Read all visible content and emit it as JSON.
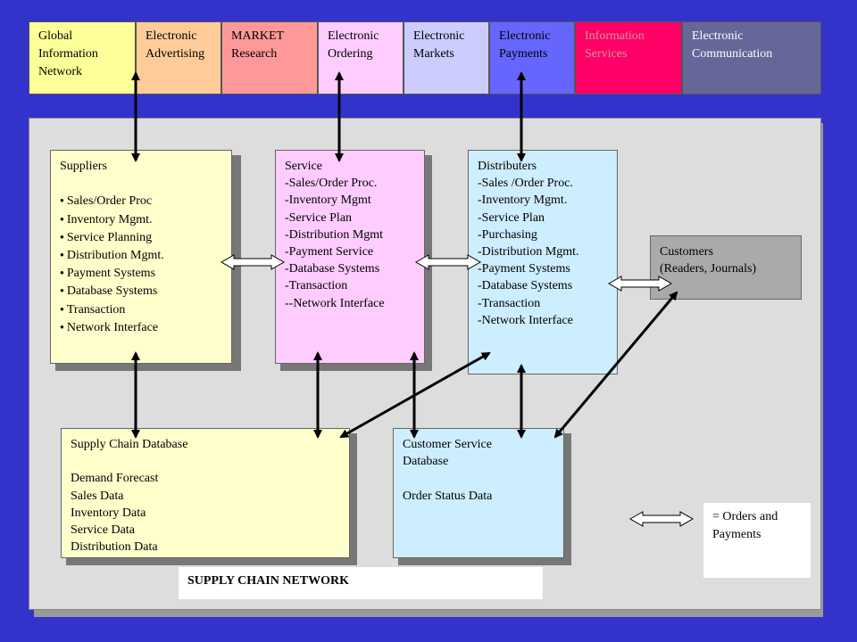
{
  "categories": [
    {
      "label": "Global Information Network",
      "lines": [
        "Global",
        "Information",
        "Network"
      ],
      "color": "#ffff99",
      "text_color": "#000000"
    },
    {
      "label": "Electronic Advertising",
      "lines": [
        "Electronic",
        "Advertising"
      ],
      "color": "#ffcc99",
      "text_color": "#000000"
    },
    {
      "label": "MARKET Research",
      "lines": [
        "MARKET",
        "Research"
      ],
      "color": "#ff9999",
      "text_color": "#000000"
    },
    {
      "label": "Electronic Ordering",
      "lines": [
        "Electronic",
        "Ordering"
      ],
      "color": "#ffccff",
      "text_color": "#000000"
    },
    {
      "label": "Electronic Markets",
      "lines": [
        "Electronic",
        "Markets"
      ],
      "color": "#ccccff",
      "text_color": "#000000"
    },
    {
      "label": "Electronic Payments",
      "lines": [
        "Electronic",
        "Payments"
      ],
      "color": "#6666ff",
      "text_color": "#000000"
    },
    {
      "label": "Information Services",
      "lines": [
        "Information",
        "Services"
      ],
      "color": "#ff0066",
      "text_color": "#cc9999"
    },
    {
      "label": "Electronic Communication",
      "lines": [
        "Electronic",
        "Communication"
      ],
      "color": "#666699",
      "text_color": "#ffffff"
    }
  ],
  "suppliers": {
    "title": "Suppliers",
    "items": [
      "Sales/Order Proc",
      "Inventory Mgmt.",
      "Service Planning",
      "Distribution Mgmt.",
      "Payment Systems",
      "Database Systems",
      "Transaction",
      "Network Interface"
    ]
  },
  "service": {
    "lines": [
      "Service",
      "-Sales/Order Proc.",
      "-Inventory Mgmt",
      "-Service Plan",
      "-Distribution Mgmt",
      "-Payment Service",
      "-Database Systems",
      "-Transaction",
      "--Network Interface"
    ]
  },
  "distributers": {
    "lines": [
      "Distributers",
      "-Sales /Order Proc.",
      "-Inventory Mgmt.",
      "-Service Plan",
      "-Purchasing",
      "-Distribution Mgmt.",
      "-Payment Systems",
      "-Database Systems",
      "-Transaction",
      "-Network Interface"
    ]
  },
  "customers": {
    "lines": [
      "Customers",
      "(Readers, Journals)"
    ]
  },
  "supply_chain_db": {
    "title": "Supply Chain Database",
    "lines": [
      "Demand Forecast",
      "Sales Data",
      "Inventory Data",
      "Service Data",
      "Distribution Data"
    ]
  },
  "customer_service_db": {
    "title_lines": [
      "Customer Service",
      "Database"
    ],
    "lines": [
      "Order Status Data"
    ]
  },
  "legend": {
    "text_lines": [
      "= Orders and",
      "Payments"
    ]
  },
  "caption": "SUPPLY CHAIN NETWORK"
}
